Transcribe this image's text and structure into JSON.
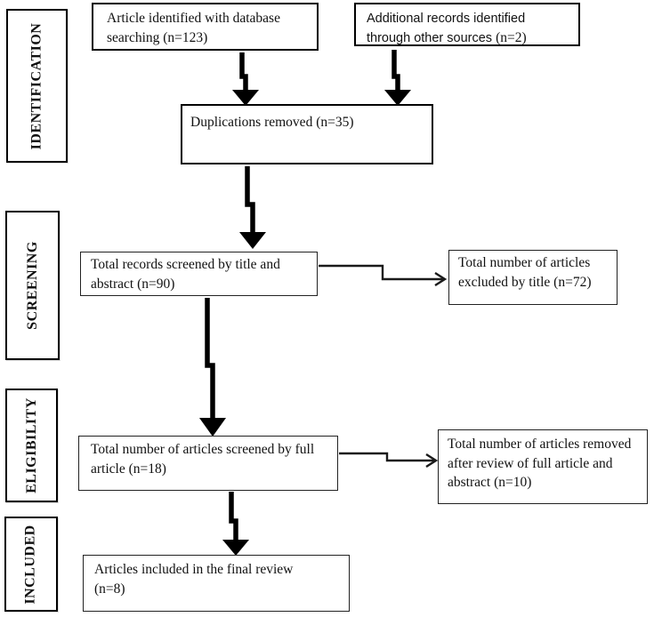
{
  "diagram": {
    "title": "PRISMA article selection flow diagram",
    "colors": {
      "line": "#000000",
      "text": "#111111",
      "background": "#ffffff"
    },
    "stages": [
      {
        "label": "IDENTIFICATION"
      },
      {
        "label": "SCREENING"
      },
      {
        "label": "ELIGIBILITY"
      },
      {
        "label": "INCLUDED"
      }
    ],
    "boxes": {
      "database": {
        "lines": [
          "Article identified with database",
          "searching (n=123)"
        ],
        "n": 123
      },
      "other_sources": {
        "sans_lines": [
          "Additional records identified",
          "through other sources"
        ],
        "serif_suffix": "(n=2)",
        "n": 2
      },
      "duplicates": {
        "lines": [
          "Duplications removed (n=35)"
        ],
        "n": 35
      },
      "title_screened": {
        "lines": [
          "Total records screened by title and",
          "abstract (n=90)"
        ],
        "n": 90
      },
      "title_excluded": {
        "lines": [
          "Total number of articles",
          "excluded by title (n=72)"
        ],
        "n": 72
      },
      "fulltext_screened": {
        "lines": [
          "Total number of articles screened by full",
          "article (n=18)"
        ],
        "n": 18
      },
      "fulltext_removed": {
        "lines": [
          "Total number of articles removed",
          "after review of full article and",
          "abstract (n=10)"
        ],
        "n": 10
      },
      "included": {
        "lines": [
          "Articles included in the final review",
          "(n=8)"
        ],
        "n": 8
      }
    }
  }
}
